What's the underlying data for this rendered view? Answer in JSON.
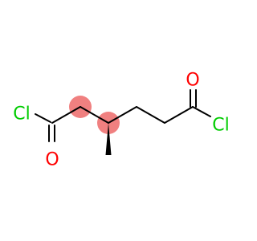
{
  "molecule": {
    "atoms": {
      "cl_left": {
        "label": "Cl",
        "color": "#00cc00"
      },
      "o_left": {
        "label": "O",
        "color": "#ff0000"
      },
      "o_right": {
        "label": "O",
        "color": "#ff0000"
      },
      "cl_right": {
        "label": "Cl",
        "color": "#00cc00"
      }
    },
    "bond_color": "#000000",
    "highlight_color": "#f08080",
    "stereo_bond": "wedge"
  }
}
